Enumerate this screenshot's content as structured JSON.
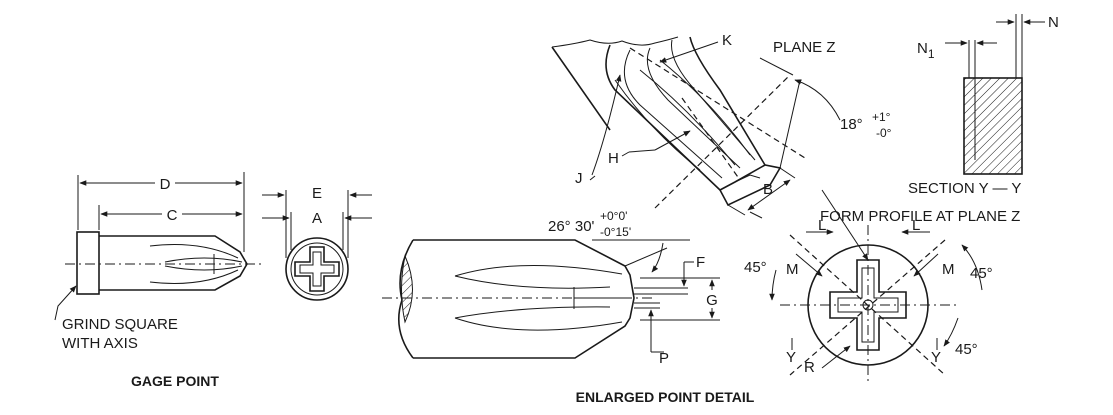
{
  "labels": {
    "D": "D",
    "C": "C",
    "E": "E",
    "A": "A",
    "K": "K",
    "J": "J",
    "H": "H",
    "B": "B",
    "plane_z": "PLANE Z",
    "angle_18": "18°",
    "angle_18_plus": "+1°",
    "angle_18_minus": "-0°",
    "N": "N",
    "N1_letter": "N",
    "N1_sub": "1",
    "section_yy": "SECTION Y — Y",
    "form_profile": "FORM PROFILE AT PLANE Z",
    "angle_26": "26° 30'",
    "angle_26_plus": "+0°0'",
    "angle_26_minus": "-0°15'",
    "F": "F",
    "G": "G",
    "P": "P",
    "L_left": "L",
    "L_right": "L",
    "M_left": "M",
    "M_right": "M",
    "deg45_left": "45°",
    "deg45_right": "45°",
    "deg45_bottom": "45°",
    "Y_left": "Y",
    "Y_right": "Y",
    "R": "R",
    "grind_square_1": "GRIND SQUARE",
    "grind_square_2": "WITH AXIS"
  },
  "captions": {
    "gage_point": "GAGE POINT",
    "enlarged_point": "ENLARGED POINT DETAIL"
  }
}
